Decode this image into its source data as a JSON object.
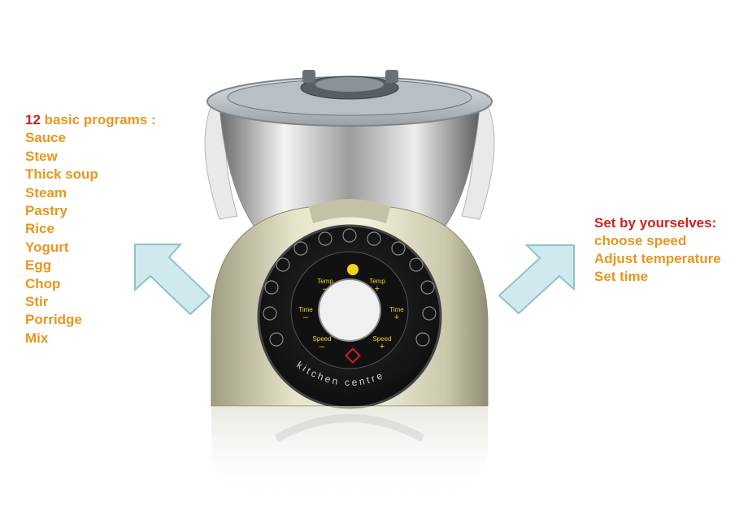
{
  "left_panel": {
    "count": "12",
    "heading": " basic programs :",
    "programs": [
      "Sauce",
      "Stew",
      "Thick soup",
      "Steam",
      "Pastry",
      "Rice",
      "Yogurt",
      "Egg",
      "Chop",
      "Stir",
      "Porridge",
      "Mix"
    ]
  },
  "right_panel": {
    "heading": "Set by yourselves:",
    "items": [
      "choose  speed",
      "Adjust temperature",
      "Set time"
    ]
  },
  "device": {
    "brand_text": "kitchen centre",
    "controls": {
      "temp_label": "Temp",
      "time_label": "Time",
      "speed_label": "Speed",
      "minus": "–",
      "plus": "+"
    }
  },
  "colors": {
    "accent_orange": "#e8961e",
    "accent_red": "#d0201e",
    "arrow_fill": "#cfe9ee",
    "arrow_stroke": "#8fc2cc",
    "body_cream": "#d7d6b6",
    "panel_dark": "#1c1c1c",
    "button_yellow": "#f2d21a"
  }
}
